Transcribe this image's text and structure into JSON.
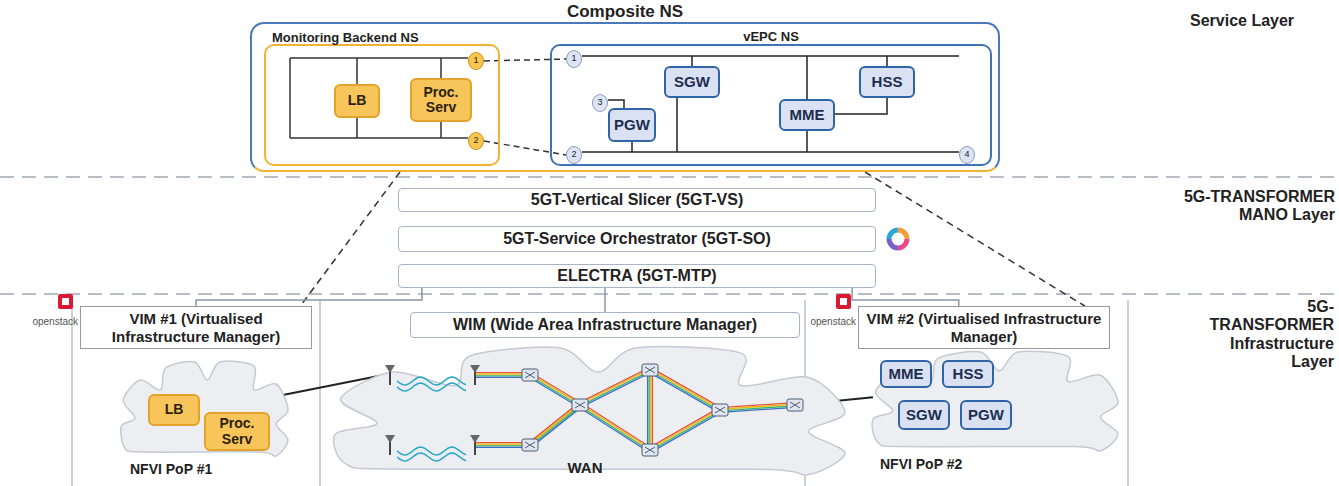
{
  "diagram": {
    "nodes": [
      {
        "text": [
          "Composite NS"
        ]
      },
      {
        "text": [
          "Monitoring Backend NS"
        ],
        "in": 0
      },
      {
        "text": [
          "LB"
        ],
        "in": 1
      },
      {
        "text": [
          "Proc. Serv"
        ],
        "in": 1
      },
      {
        "text": [
          "1"
        ],
        "in": 1
      },
      {
        "text": [
          "2"
        ],
        "in": 1
      },
      {
        "text": [
          "vEPC NS"
        ],
        "in": 0
      },
      {
        "text": [
          "1"
        ],
        "in": 6
      },
      {
        "text": [
          "2"
        ],
        "in": 6
      },
      {
        "text": [
          "3"
        ],
        "in": 6
      },
      {
        "text": [
          "4"
        ],
        "in": 6
      },
      {
        "text": [
          "SGW"
        ],
        "in": 6
      },
      {
        "text": [
          "PGW"
        ],
        "in": 6
      },
      {
        "text": [
          "MME"
        ],
        "in": 6
      },
      {
        "text": [
          "HSS"
        ],
        "in": 6
      },
      {
        "text": [
          "5GT-Vertical Slicer (5GT-VS)"
        ]
      },
      {
        "text": [
          "5GT-Service Orchestrator (5GT-SO)"
        ]
      },
      {
        "text": [
          "ELECTRA (5GT-MTP)"
        ]
      },
      {
        "text": [
          "VIM #1 (Virtualised Infrastructure Manager)"
        ]
      },
      {
        "text": [
          "WIM (Wide Area Infrastructure Manager)"
        ]
      },
      {
        "text": [
          "VIM #2 (Virtualised Infrastructure Manager)"
        ]
      },
      {
        "text": [
          "NFVI PoP #1"
        ]
      },
      {
        "text": [
          "LB"
        ],
        "in": 21
      },
      {
        "text": [
          "Proc. Serv"
        ],
        "in": 21
      },
      {
        "text": [
          "WAN"
        ]
      },
      {
        "text": [
          "NFVI PoP #2"
        ]
      },
      {
        "text": [
          "MME"
        ],
        "in": 25
      },
      {
        "text": [
          "HSS"
        ],
        "in": 25
      },
      {
        "text": [
          "SGW"
        ],
        "in": 25
      },
      {
        "text": [
          "PGW"
        ],
        "in": 25
      }
    ],
    "edges": [
      {
        "from": 4,
        "to": 7,
        "arrow": "none"
      },
      {
        "from": 5,
        "to": 8,
        "arrow": "none"
      },
      {
        "from": 0,
        "to": 18,
        "arrow": "none"
      },
      {
        "from": 0,
        "to": 20,
        "arrow": "none"
      },
      {
        "from": 17,
        "to": 18,
        "arrow": "none"
      },
      {
        "from": 17,
        "to": 19,
        "arrow": "none"
      },
      {
        "from": 17,
        "to": 20,
        "arrow": "none"
      },
      {
        "from": 21,
        "to": 24,
        "arrow": "none"
      },
      {
        "from": 24,
        "to": 25,
        "arrow": "none"
      }
    ],
    "labels": [
      "Service Layer",
      "5G-TRANSFORMER MANO Layer",
      "5G- TRANSFORMER Infrastructure Layer",
      "openstack",
      "openstack"
    ]
  }
}
